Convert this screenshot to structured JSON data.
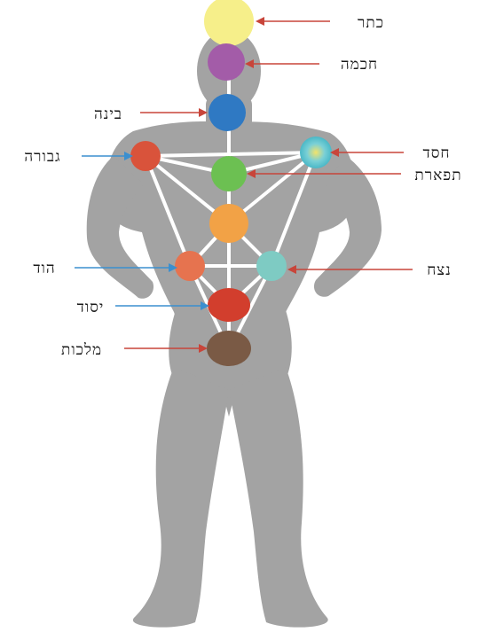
{
  "figure": {
    "silhouette_color": "#a3a3a3",
    "path_color": "#ffffff",
    "arrow_colors": {
      "red": "#c8453a",
      "blue": "#3b8fcf"
    }
  },
  "sefirot": [
    {
      "id": "keter",
      "label": "כתר",
      "color": "#f6ef8a"
    },
    {
      "id": "chokhmah",
      "label": "חכמה",
      "color": "#a35ca8"
    },
    {
      "id": "binah",
      "label": "בינה",
      "color": "#2f79c3"
    },
    {
      "id": "chesed",
      "label": "חסד",
      "color": "#7ad0d6"
    },
    {
      "id": "gevurah",
      "label": "גבורה",
      "color": "#d9533b"
    },
    {
      "id": "tiferet",
      "label": "תפארת",
      "color": "#6cc052"
    },
    {
      "id": "center",
      "label": "",
      "color": "#f2a246"
    },
    {
      "id": "netzach",
      "label": "נצח",
      "color": "#7ecbc3"
    },
    {
      "id": "hod",
      "label": "הוד",
      "color": "#e6734f"
    },
    {
      "id": "yesod",
      "label": "יסוד",
      "color": "#d23e2d"
    },
    {
      "id": "malkhut",
      "label": "מלכות",
      "color": "#7a5a45"
    }
  ]
}
